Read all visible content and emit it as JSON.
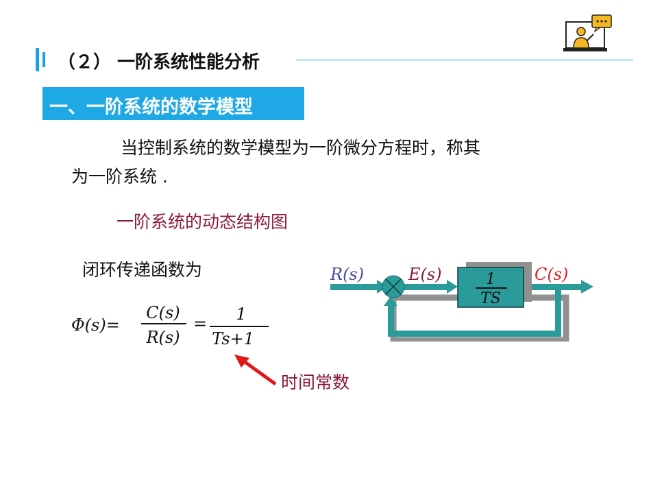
{
  "header": {
    "section_title": "（２）  一阶系统性能分析"
  },
  "subtitle": {
    "text": "一、一阶系统的数学模型"
  },
  "body": {
    "para_line1": "当控制系统的数学模型为一阶微分方程时，称其",
    "para_line2": "为一阶系统 .",
    "diagram_caption": "一阶系统的动态结构图",
    "transfer_label": "闭环传递函数为",
    "time_constant_label": "时间常数"
  },
  "formula": {
    "lhs": "Φ(s)=",
    "frac1_num": "C(s)",
    "frac1_den": "R(s)",
    "equals": "=",
    "frac2_num": "1",
    "frac2_den": "Ts+1"
  },
  "block_diagram": {
    "input": "R(s)",
    "error": "E(s)",
    "output": "C(s)",
    "block_num": "1",
    "block_den": "TS",
    "colors": {
      "block": "#2a9a9a",
      "shadow": "#909090",
      "input_label": "#4a4aa0",
      "mid_label": "#8b1a3a",
      "output_label": "#e02020"
    }
  },
  "colors": {
    "accent": "#1aa0e6",
    "caption": "#8b1a3a",
    "arrow": "#e01818"
  },
  "icons": {
    "presentation": "teacher-presentation-icon"
  }
}
